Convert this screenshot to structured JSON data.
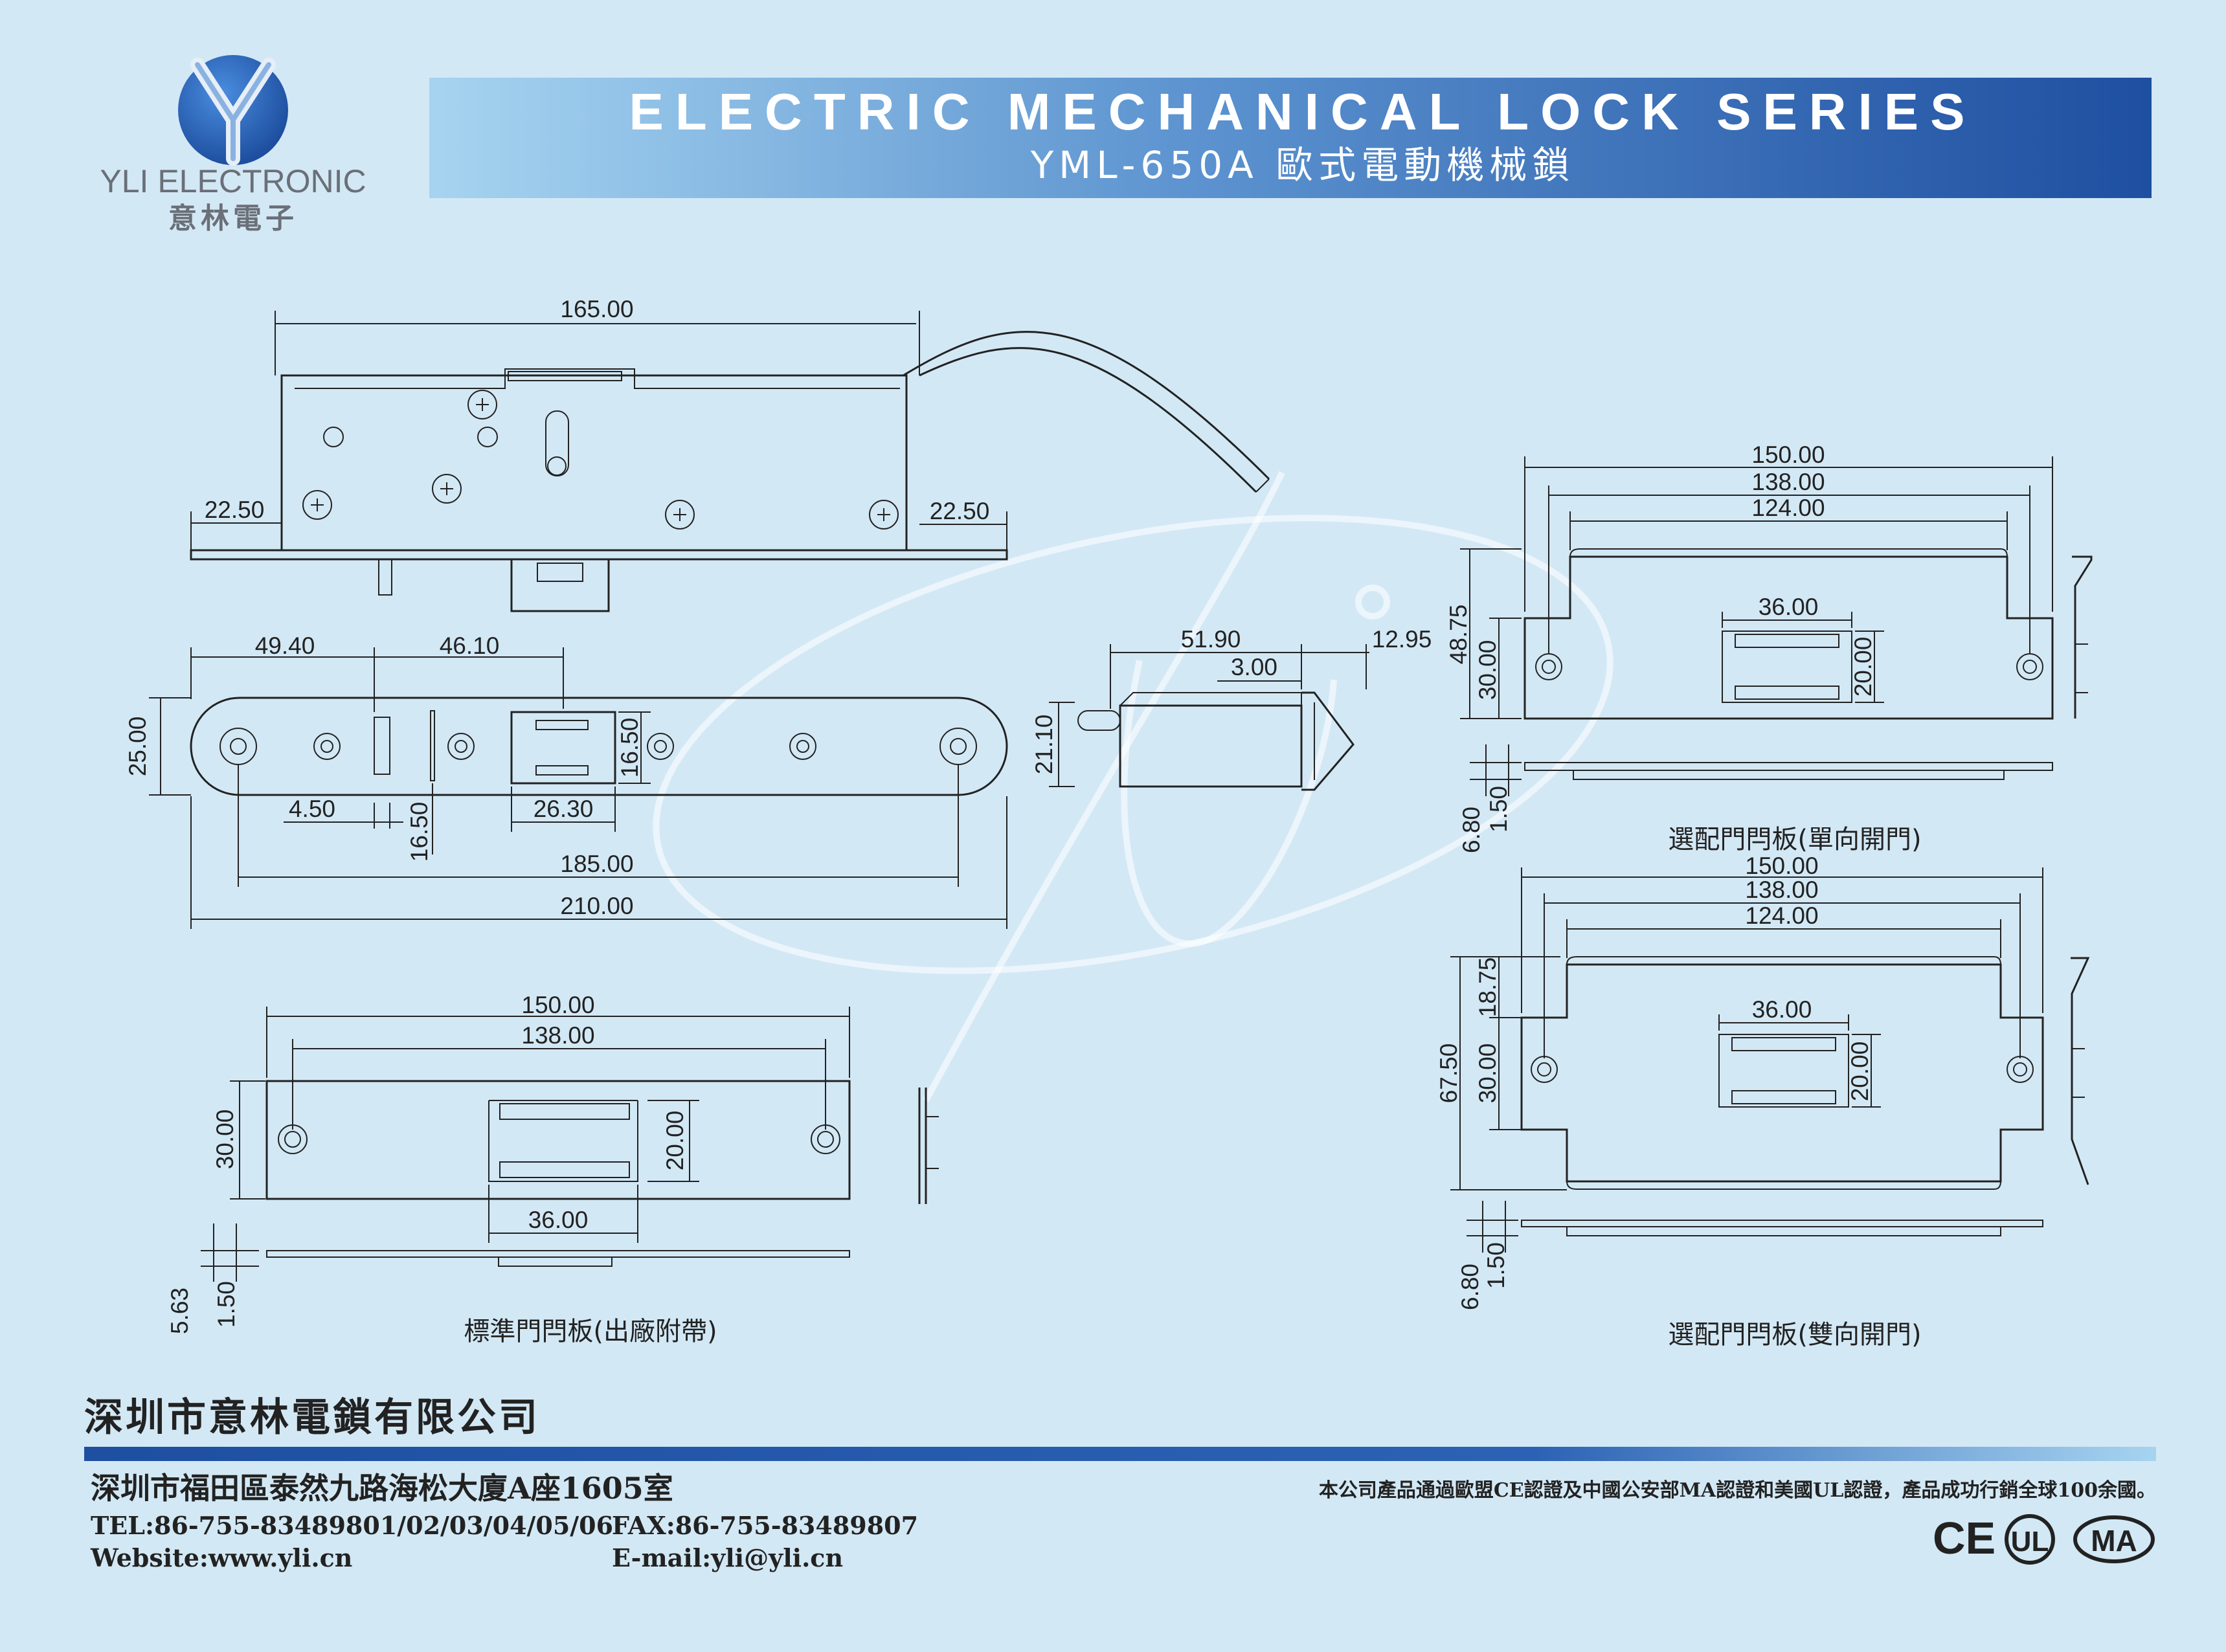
{
  "brand": {
    "name_en": "YLI ELECTRONIC",
    "name_zh": "意林電子",
    "colors": {
      "header_start": "#a6d4f0",
      "header_end": "#1e4fa1",
      "logo_blue": "#2a63b8",
      "footer_rule": "#1e4fa1",
      "background": "#d3e8f5"
    }
  },
  "header": {
    "title": "ELECTRIC MECHANICAL LOCK SERIES",
    "subtitle": "YML-650A 歐式電動機械鎖"
  },
  "lock_body": {
    "dims": {
      "length": "165.00",
      "flange_left": "22.50",
      "flange_right": "22.50"
    }
  },
  "faceplate": {
    "dims": {
      "a": "49.40",
      "b": "46.10",
      "height": "25.00",
      "c": "4.50",
      "d": "16.50",
      "e": "26.30",
      "f": "16.50",
      "hole_pitch": "185.00",
      "total": "210.00"
    }
  },
  "side_view": {
    "dims": {
      "depth": "51.90",
      "lip": "3.00",
      "latch": "12.95",
      "height": "21.10"
    }
  },
  "standard_strike": {
    "caption": "標準門閂板(出廠附帶)",
    "dims": {
      "w1": "150.00",
      "w2": "138.00",
      "height": "30.00",
      "slot_h": "20.00",
      "slot_w": "36.00",
      "t1": "5.63",
      "t2": "1.50"
    }
  },
  "single_strike": {
    "caption": "選配門閂板(單向開門)",
    "dims": {
      "w1": "150.00",
      "w2": "138.00",
      "w3": "124.00",
      "slot_w": "36.00",
      "total_h": "48.75",
      "height": "30.00",
      "slot_h": "20.00",
      "t1": "6.80",
      "t2": "1.50"
    }
  },
  "double_strike": {
    "caption": "選配門閂板(雙向開門)",
    "dims": {
      "w1": "150.00",
      "w2": "138.00",
      "w3": "124.00",
      "slot_w": "36.00",
      "top_h": "18.75",
      "total_h": "67.50",
      "height": "30.00",
      "slot_h": "20.00",
      "t1": "6.80",
      "t2": "1.50"
    }
  },
  "footer": {
    "company": "深圳市意林電鎖有限公司",
    "address": "深圳市福田區泰然九路海松大廈A座1605室",
    "tel": "TEL:86-755-83489801/02/03/04/05/06",
    "fax": "FAX:86-755-83489807",
    "website": "Website:www.yli.cn",
    "email": "E-mail:yli@yli.cn",
    "certification_note": "本公司產品通過歐盟CE認證及中國公安部MA認證和美國UL認證，產品成功行銷全球100余國。",
    "cert_marks": {
      "ce": "CE",
      "ul": "UL",
      "ma": "MA"
    }
  }
}
